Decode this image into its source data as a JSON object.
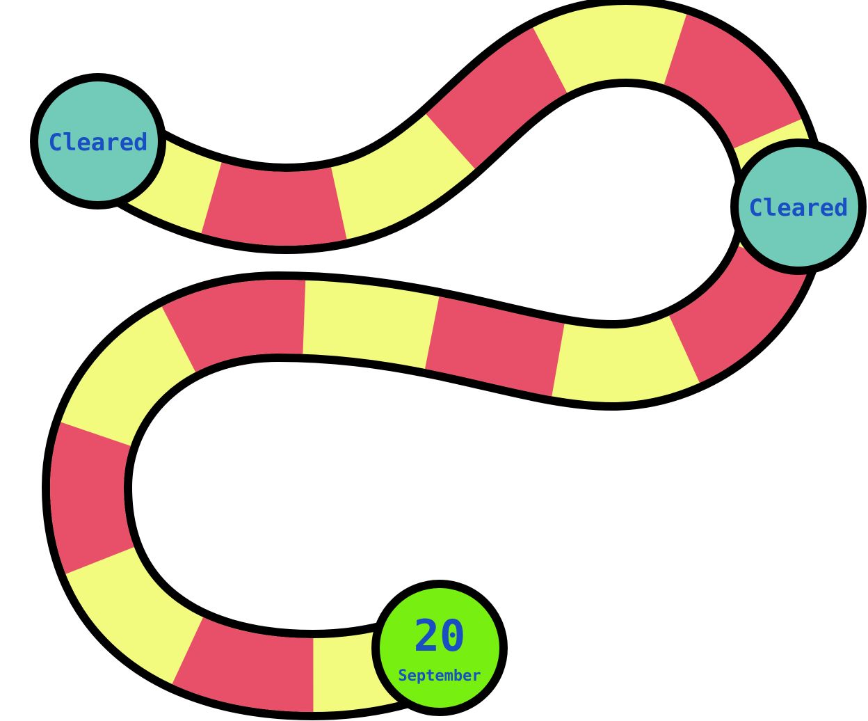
{
  "board": {
    "colors": {
      "yellow": "#f3fb7e",
      "red": "#e8506a",
      "outline": "#000000",
      "text": "#1a4fc4"
    },
    "start_node": {
      "label": "Cleared",
      "color": "#72cbb9"
    },
    "middle_node": {
      "label": "Cleared",
      "color": "#72cbb9"
    },
    "current_node": {
      "day": "20",
      "month": "September",
      "color": "#77f011"
    }
  }
}
